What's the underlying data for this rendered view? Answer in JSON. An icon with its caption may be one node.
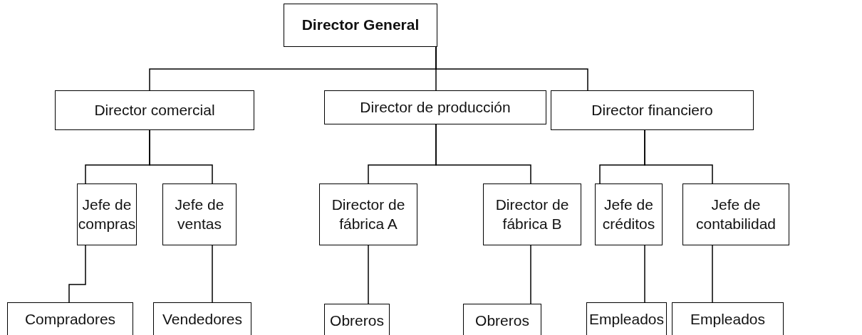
{
  "diagram": {
    "nodes": [
      {
        "text": [
          "Director General"
        ]
      },
      {
        "text": [
          "Director comercial"
        ]
      },
      {
        "text": [
          "Director de producción"
        ]
      },
      {
        "text": [
          "Director financiero"
        ]
      },
      {
        "text": [
          "Jefe de compras"
        ]
      },
      {
        "text": [
          "Jefe de ventas"
        ]
      },
      {
        "text": [
          "Director de fábrica A"
        ]
      },
      {
        "text": [
          "Director de fábrica B"
        ]
      },
      {
        "text": [
          "Jefe de créditos"
        ]
      },
      {
        "text": [
          "Jefe de contabilidad"
        ]
      },
      {
        "text": [
          "Compradores"
        ]
      },
      {
        "text": [
          "Vendedores"
        ]
      },
      {
        "text": [
          "Obreros"
        ]
      },
      {
        "text": [
          "Obreros"
        ]
      },
      {
        "text": [
          "Empleados"
        ]
      },
      {
        "text": [
          "Empleados"
        ]
      }
    ],
    "edges": [
      {
        "from": 0,
        "to": 1,
        "arrow": "none"
      },
      {
        "from": 0,
        "to": 2,
        "arrow": "none"
      },
      {
        "from": 0,
        "to": 3,
        "arrow": "none"
      },
      {
        "from": 1,
        "to": 4,
        "arrow": "none"
      },
      {
        "from": 1,
        "to": 5,
        "arrow": "none"
      },
      {
        "from": 2,
        "to": 6,
        "arrow": "none"
      },
      {
        "from": 2,
        "to": 7,
        "arrow": "none"
      },
      {
        "from": 3,
        "to": 8,
        "arrow": "none"
      },
      {
        "from": 3,
        "to": 9,
        "arrow": "none"
      },
      {
        "from": 4,
        "to": 10,
        "arrow": "none"
      },
      {
        "from": 5,
        "to": 11,
        "arrow": "none"
      },
      {
        "from": 6,
        "to": 12,
        "arrow": "none"
      },
      {
        "from": 7,
        "to": 13,
        "arrow": "none"
      },
      {
        "from": 8,
        "to": 14,
        "arrow": "none"
      },
      {
        "from": 9,
        "to": 15,
        "arrow": "none"
      }
    ]
  }
}
